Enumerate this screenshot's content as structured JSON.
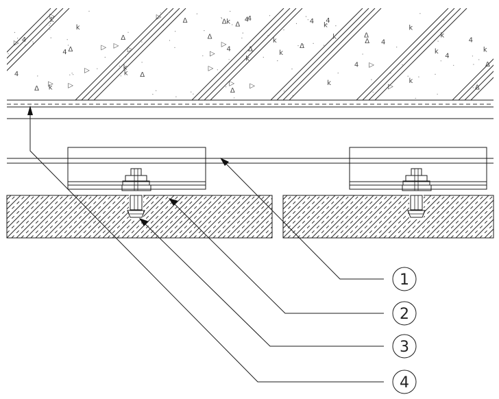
{
  "callouts": [
    {
      "number": "1"
    },
    {
      "number": "2"
    },
    {
      "number": "3"
    },
    {
      "number": "4"
    }
  ],
  "colors": {
    "line": "#1a1a1a",
    "background": "#ffffff"
  }
}
